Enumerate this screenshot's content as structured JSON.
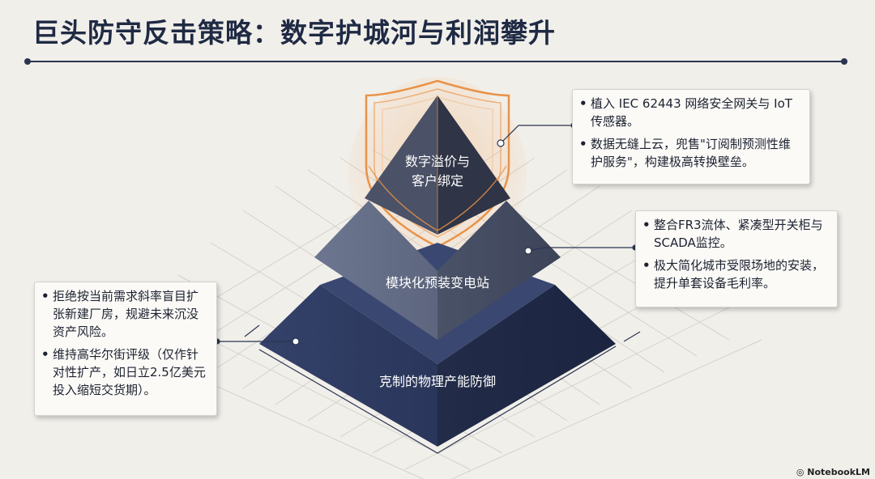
{
  "title": "巨头防守反击策略：数字护城河与利润攀升",
  "pyramid": {
    "top_label_line1": "数字溢价与",
    "top_label_line2": "客户绑定",
    "middle_label": "模块化预装变电站",
    "bottom_label": "克制的物理产能防御"
  },
  "callouts": {
    "top_right": {
      "items": [
        "植入 IEC 62443 网络安全网关与 IoT 传感器。",
        "数据无缝上云，兜售\"订阅制预测性维护服务\"，构建极高转换壁垒。"
      ]
    },
    "middle_right": {
      "items": [
        "整合FR3流体、紧凑型开关柜与SCADA监控。",
        "极大简化城市受限场地的安装，提升单套设备毛利率。"
      ]
    },
    "left": {
      "items": [
        "拒绝按当前需求斜率盲目扩张新建厂房，规避未来沉没资产风险。",
        "维持高华尔街评级（仅作针对性扩产，如日立2.5亿美元投入缩短交货期）。"
      ]
    }
  },
  "watermark": "NotebookLM",
  "colors": {
    "top_tier": "#3a3f52",
    "middle_tier": "#5f6880",
    "bottom_tier": "#2e3a5c",
    "shield_glow": "#e8934a"
  }
}
